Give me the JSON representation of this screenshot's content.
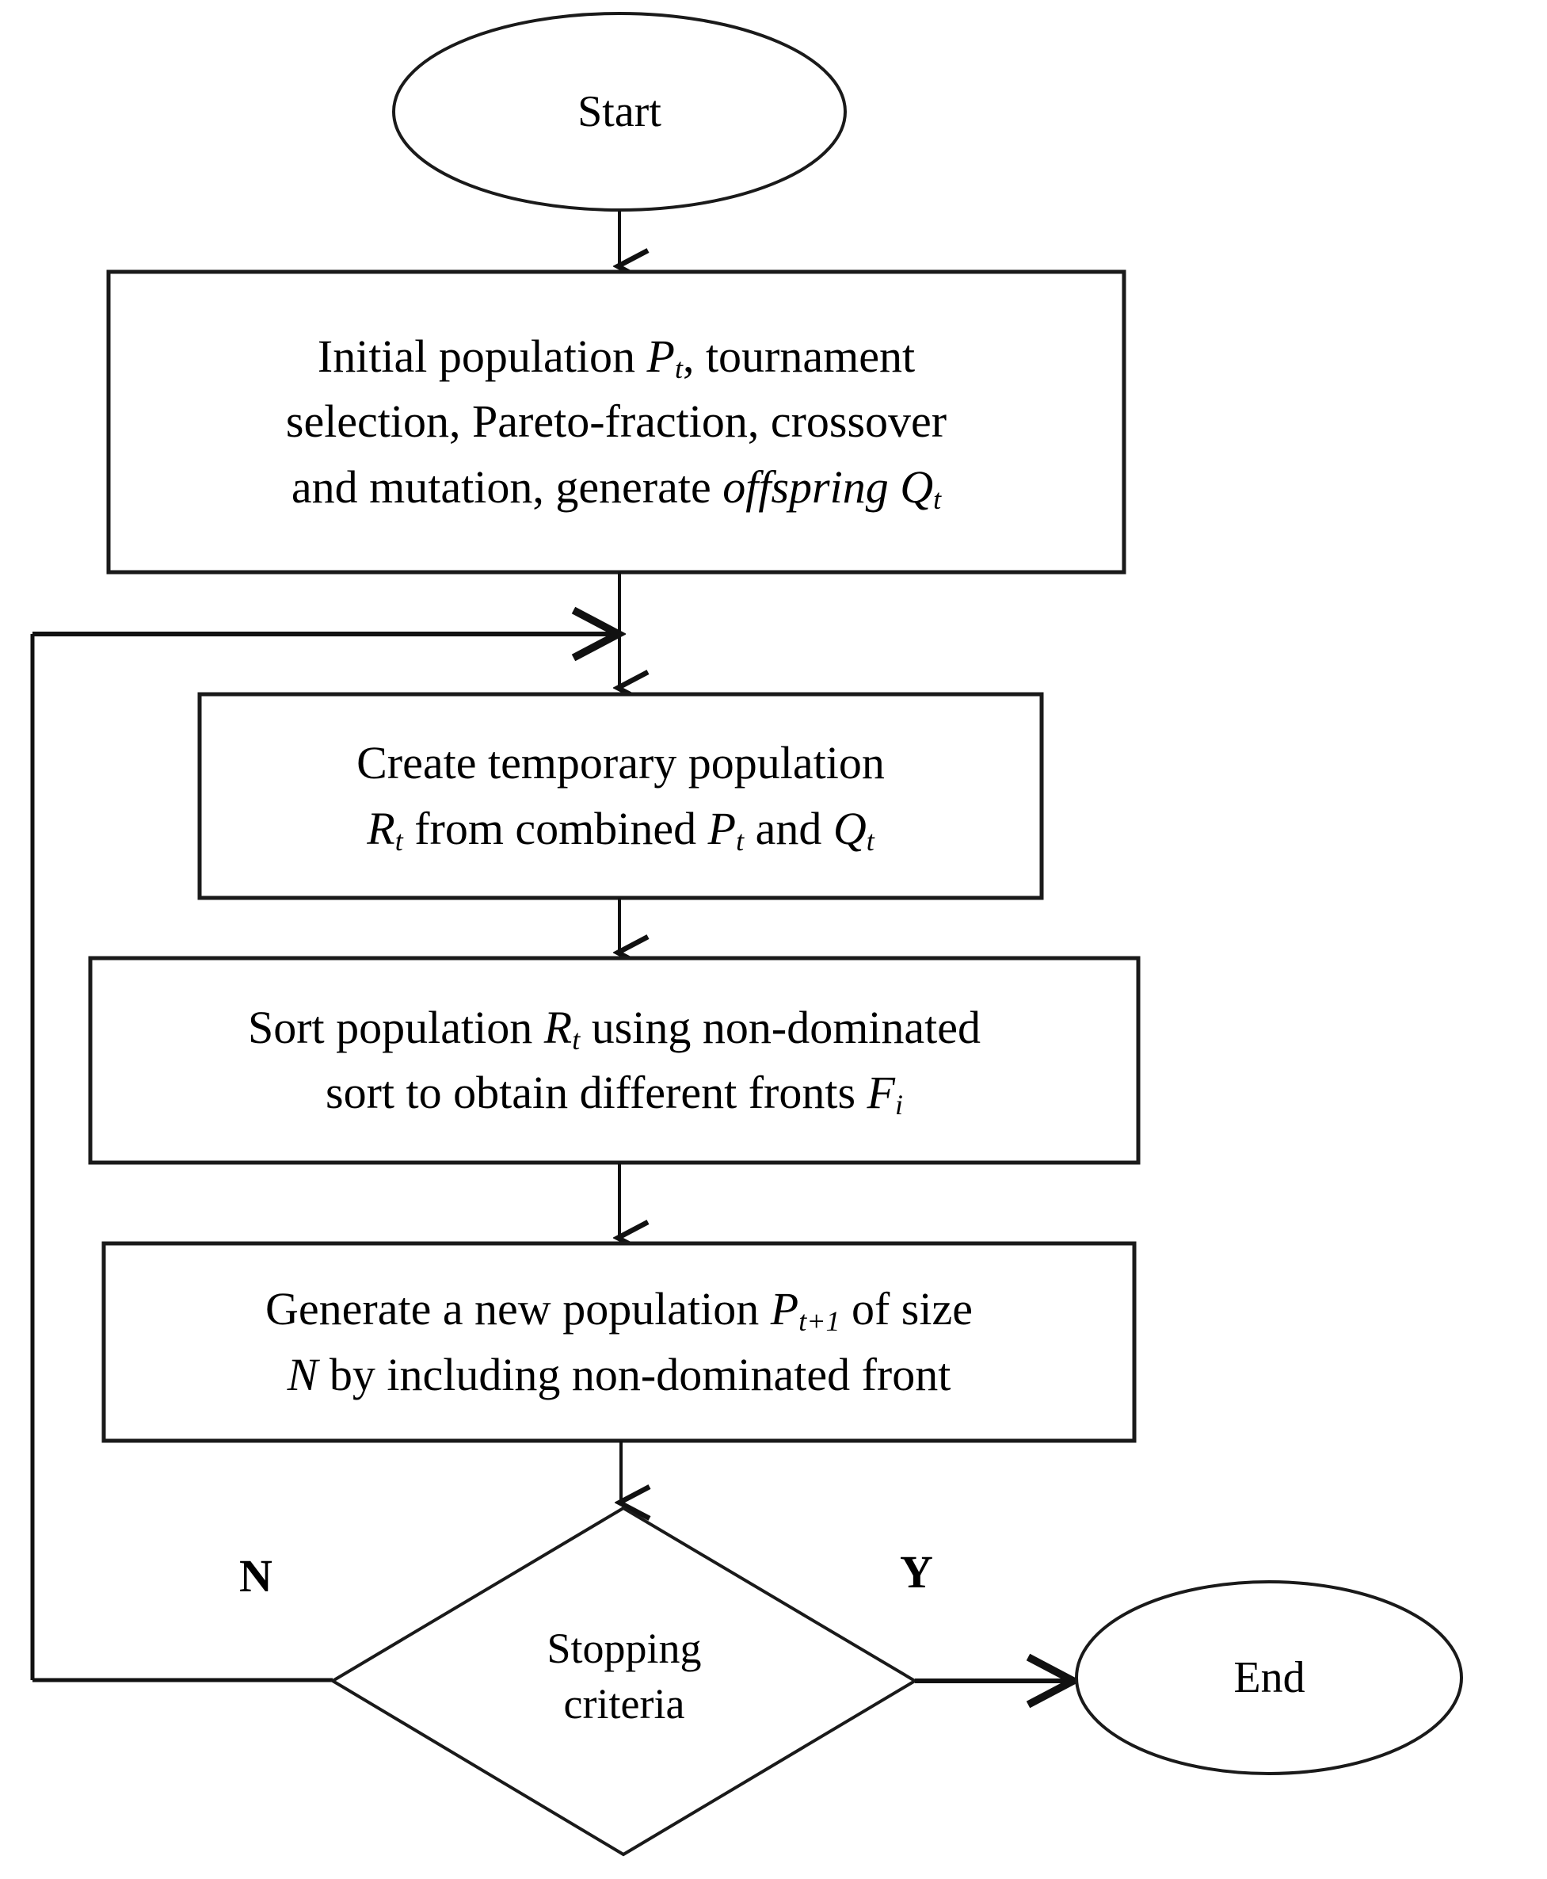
{
  "diagram": {
    "title": "NSGA-II multi-objective optimization flowchart",
    "stroke_color": "#1a1a1a",
    "fill_color": "#ffffff",
    "background": "#ffffff"
  },
  "nodes": {
    "start": {
      "shape": "ellipse",
      "label": "Start"
    },
    "initialize": {
      "shape": "process",
      "label": "Initial population Pt, tournament selection, Pareto-fraction, crossover and mutation, generate offspring Qt",
      "lines": [
        "Initial population Pt, tournament",
        "selection, Pareto-fraction, crossover",
        "and mutation, generate offspring Qt"
      ]
    },
    "combine": {
      "shape": "process",
      "label": "Create temporary population Rt from combined Pt and Qt",
      "lines": [
        "Create temporary population",
        "Rt from combined Pt and Qt"
      ]
    },
    "sort": {
      "shape": "process",
      "label": "Sort population Rt using non-dominated sort to obtain different fronts Fi",
      "lines": [
        "Sort population Rt using non-dominated",
        "sort to obtain different fronts Fi"
      ]
    },
    "newpop": {
      "shape": "process",
      "label": "Generate a new population Pt+1 of size N by including non-dominated front",
      "lines": [
        "Generate a new population Pt+1 of size",
        "N by including non-dominated front"
      ]
    },
    "decision": {
      "shape": "diamond",
      "label": "Stopping criteria",
      "lines": [
        "Stopping",
        "criteria"
      ]
    },
    "end": {
      "shape": "ellipse",
      "label": "End"
    }
  },
  "edges": {
    "no_label": "N",
    "yes_label": "Y"
  }
}
